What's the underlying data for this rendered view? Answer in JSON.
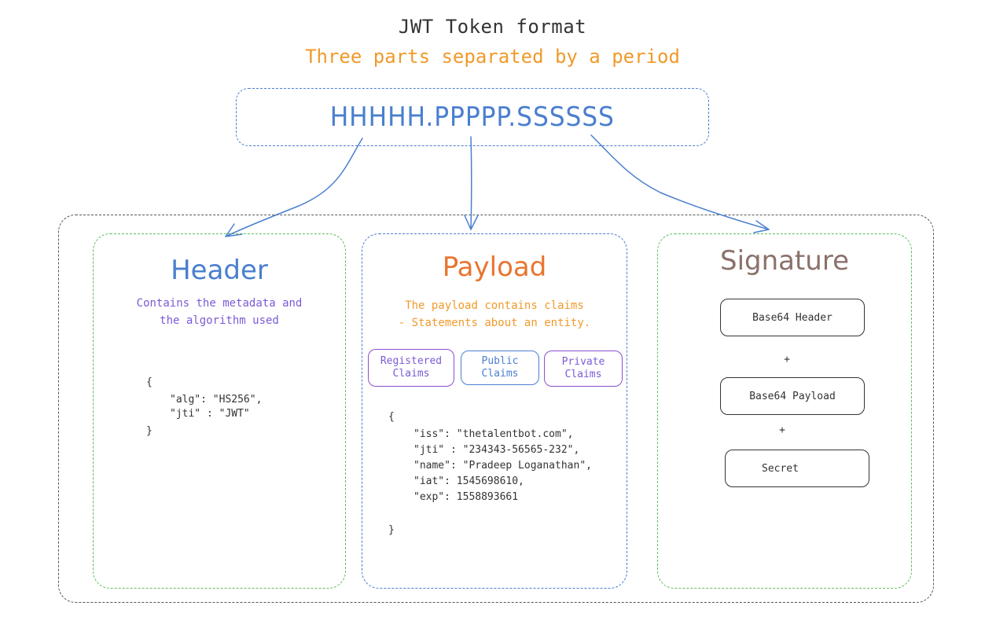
{
  "title": "JWT Token format",
  "subtitle": "Three parts separated by a period",
  "token": "HHHHH.PPPPP.SSSSSS",
  "header": {
    "title": "Header",
    "description": "Contains the metadata and\nthe algorithm used",
    "code_open": "{",
    "code_lines": [
      "\"alg\": \"HS256\",",
      "\"jti\" : \"JWT\""
    ],
    "code_close": "}"
  },
  "payload": {
    "title": "Payload",
    "description": "The payload contains claims\n- Statements about an entity.",
    "claims": [
      "Registered\nClaims",
      "Public\nClaims",
      "Private\nClaims"
    ],
    "code_open": "{",
    "code_lines": [
      "\"iss\": \"thetalentbot.com\",",
      "\"jti\" : \"234343-56565-232\",",
      "\"name\": \"Pradeep Loganathan\",",
      "\"iat\": 1545698610,",
      "\"exp\": 1558893661"
    ],
    "code_close": "}"
  },
  "signature": {
    "title": "Signature",
    "parts": [
      "Base64 Header",
      "Base64 Payload",
      "Secret"
    ],
    "plus": "+"
  },
  "colors": {
    "blue": "#4a7fcf",
    "orange": "#f09a2b",
    "green": "#5bbf5b",
    "purple": "#7b5bd6",
    "brown": "#8b716a"
  }
}
